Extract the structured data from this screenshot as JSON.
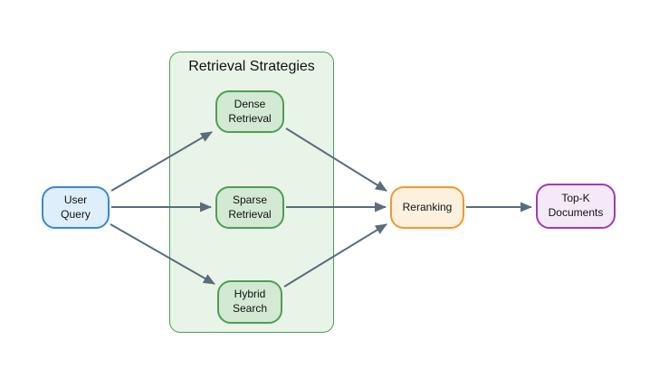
{
  "diagram": {
    "container": {
      "title": "Retrieval Strategies"
    },
    "nodes": {
      "user_query": {
        "label": "User Query"
      },
      "dense_retrieval": {
        "label": "Dense Retrieval"
      },
      "sparse_retrieval": {
        "label": "Sparse Retrieval"
      },
      "hybrid_search": {
        "label": "Hybrid Search"
      },
      "reranking": {
        "label": "Reranking"
      },
      "top_k_documents": {
        "label": "Top-K Documents"
      }
    },
    "edges": [
      {
        "from": "user_query",
        "to": "dense_retrieval"
      },
      {
        "from": "user_query",
        "to": "sparse_retrieval"
      },
      {
        "from": "user_query",
        "to": "hybrid_search"
      },
      {
        "from": "dense_retrieval",
        "to": "reranking"
      },
      {
        "from": "sparse_retrieval",
        "to": "reranking"
      },
      {
        "from": "hybrid_search",
        "to": "reranking"
      },
      {
        "from": "reranking",
        "to": "top_k_documents"
      }
    ]
  },
  "colors": {
    "canvas-bg": "#ffffff",
    "edge-color": "#5a6c7d",
    "blue-fill": "#dfeefb",
    "blue-border": "#3a87d4",
    "green-container-fill": "#e8f4e8",
    "green-border": "#4d9e55",
    "green-node-fill": "#d3e9d3",
    "orange-fill": "#fdf1de",
    "orange-border": "#f0982e",
    "purple-fill": "#f5e9f8",
    "purple-border": "#9d3cb8",
    "text-color": "#111111"
  }
}
